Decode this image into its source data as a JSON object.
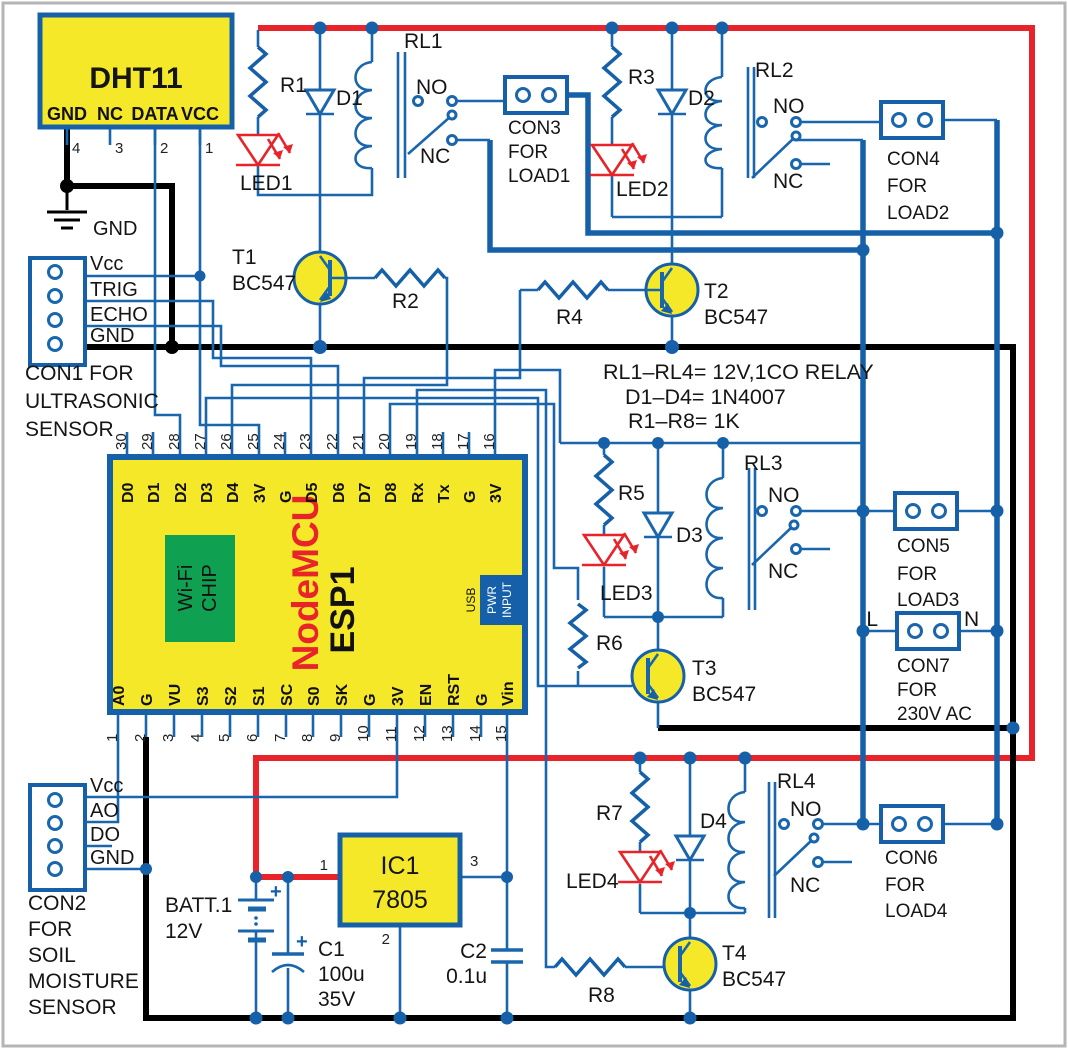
{
  "colors": {
    "wire_blue": "#1966ad",
    "bus_blue": "#1560a8",
    "red": "#e8232a",
    "black": "#000000",
    "board_yellow": "#f4e829",
    "chip_green": "#0fa052",
    "usb_blue": "#1560a8"
  },
  "dht11": {
    "name": "DHT11",
    "pins": [
      "GND",
      "NC",
      "DATA",
      "VCC"
    ],
    "nums": [
      "4",
      "3",
      "2",
      "1"
    ]
  },
  "gnd_label": "GND",
  "con1": {
    "pins": [
      "Vcc",
      "TRIG",
      "ECHO",
      "GND"
    ],
    "caption": [
      "CON1 FOR",
      "ULTRASONIC",
      "SENSOR"
    ]
  },
  "con2": {
    "pins": [
      "Vcc",
      "AO",
      "DO",
      "GND"
    ],
    "caption": [
      "CON2",
      "FOR",
      "SOIL",
      "MOISTURE",
      "SENSOR"
    ]
  },
  "nodemcu": {
    "brand": "NodeMCU",
    "part": "ESP1",
    "wifi": [
      "Wi-Fi",
      "CHIP"
    ],
    "usb": "USB",
    "pwr": [
      "PWR",
      "INPUT"
    ],
    "top": [
      [
        "30",
        "D0"
      ],
      [
        "29",
        "D1"
      ],
      [
        "28",
        "D2"
      ],
      [
        "27",
        "D3"
      ],
      [
        "26",
        "D4"
      ],
      [
        "25",
        "3V"
      ],
      [
        "24",
        "G"
      ],
      [
        "23",
        "D5"
      ],
      [
        "22",
        "D6"
      ],
      [
        "21",
        "D7"
      ],
      [
        "20",
        "D8"
      ],
      [
        "19",
        "Rx"
      ],
      [
        "18",
        "Tx"
      ],
      [
        "17",
        "G"
      ],
      [
        "16",
        "3V"
      ]
    ],
    "bottom": [
      [
        "1",
        "A0"
      ],
      [
        "2",
        "G"
      ],
      [
        "3",
        "VU"
      ],
      [
        "4",
        "S3"
      ],
      [
        "5",
        "S2"
      ],
      [
        "6",
        "S1"
      ],
      [
        "7",
        "SC"
      ],
      [
        "8",
        "S0"
      ],
      [
        "9",
        "SK"
      ],
      [
        "10",
        "G"
      ],
      [
        "11",
        "3V"
      ],
      [
        "12",
        "EN"
      ],
      [
        "13",
        "RST"
      ],
      [
        "14",
        "G"
      ],
      [
        "15",
        "Vin"
      ]
    ]
  },
  "relays": {
    "rl1": "RL1",
    "rl2": "RL2",
    "rl3": "RL3",
    "rl4": "RL4",
    "no": "NO",
    "nc": "NC"
  },
  "connectors": {
    "con3": [
      "CON3",
      "FOR",
      "LOAD1"
    ],
    "con4": [
      "CON4",
      "FOR",
      "LOAD2"
    ],
    "con5": [
      "CON5",
      "FOR",
      "LOAD3"
    ],
    "con6": [
      "CON6",
      "FOR",
      "LOAD4"
    ],
    "con7": [
      "CON7",
      "FOR",
      "230V AC"
    ],
    "l": "L",
    "n": "N"
  },
  "transistors": {
    "t1": "T1",
    "t2": "T2",
    "t3": "T3",
    "t4": "T4",
    "part": "BC547"
  },
  "resistors": {
    "r1": "R1",
    "r2": "R2",
    "r3": "R3",
    "r4": "R4",
    "r5": "R5",
    "r6": "R6",
    "r7": "R7",
    "r8": "R8"
  },
  "diodes": {
    "d1": "D1",
    "d2": "D2",
    "d3": "D3",
    "d4": "D4"
  },
  "leds": {
    "led1": "LED1",
    "led2": "LED2",
    "led3": "LED3",
    "led4": "LED4"
  },
  "power": {
    "ic1": [
      "IC1",
      "7805"
    ],
    "ic1_pins": [
      "1",
      "2",
      "3"
    ],
    "batt": [
      "BATT.1",
      "12V"
    ],
    "plus": "+",
    "c1": [
      "C1",
      "100u",
      "35V"
    ],
    "c2": [
      "C2",
      "0.1u"
    ]
  },
  "notes": [
    "RL1–RL4= 12V,1CO RELAY",
    "D1–D4= 1N4007",
    "R1–R8= 1K"
  ]
}
